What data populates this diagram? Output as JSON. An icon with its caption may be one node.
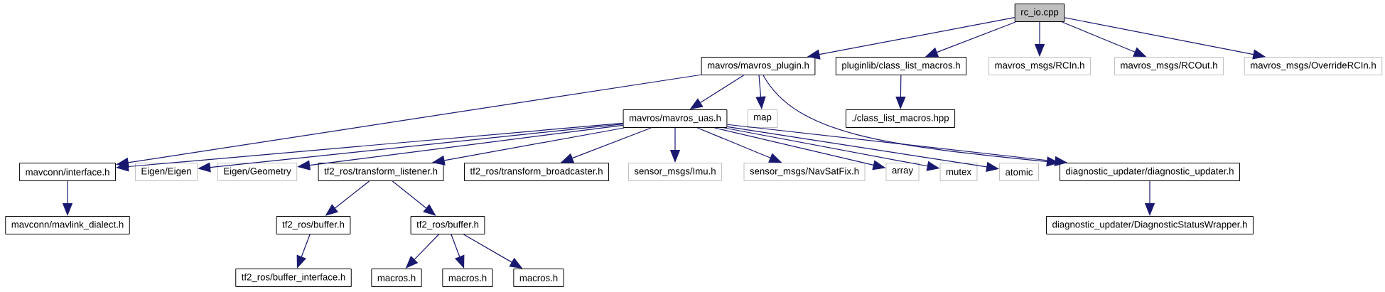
{
  "diagram": {
    "nodes": [
      {
        "text": [
          "rc_io.cpp"
        ]
      },
      {
        "text": [
          "mavros/mavros_plugin.h"
        ]
      },
      {
        "text": [
          "pluginlib/class_list_macros.h"
        ]
      },
      {
        "text": [
          "mavros_msgs/RCIn.h"
        ]
      },
      {
        "text": [
          "mavros_msgs/RCOut.h"
        ]
      },
      {
        "text": [
          "mavros_msgs/OverrideRCIn.h"
        ]
      },
      {
        "text": [
          "mavros/mavros_uas.h"
        ]
      },
      {
        "text": [
          "map"
        ]
      },
      {
        "text": [
          "./class_list_macros.hpp"
        ]
      },
      {
        "text": [
          "mavconn/interface.h"
        ]
      },
      {
        "text": [
          "Eigen/Eigen"
        ]
      },
      {
        "text": [
          "Eigen/Geometry"
        ]
      },
      {
        "text": [
          "tf2_ros/transform_listener.h"
        ]
      },
      {
        "text": [
          "tf2_ros/transform_broadcaster.h"
        ]
      },
      {
        "text": [
          "sensor_msgs/Imu.h"
        ]
      },
      {
        "text": [
          "sensor_msgs/NavSatFix.h"
        ]
      },
      {
        "text": [
          "array"
        ]
      },
      {
        "text": [
          "mutex"
        ]
      },
      {
        "text": [
          "atomic"
        ]
      },
      {
        "text": [
          "diagnostic_updater/diagnostic_updater.h"
        ]
      },
      {
        "text": [
          "mavconn/mavlink_dialect.h"
        ]
      },
      {
        "text": [
          "tf2_ros/buffer.h"
        ]
      },
      {
        "text": [
          "tf2_ros/buffer.h"
        ]
      },
      {
        "text": [
          "diagnostic_updater/DiagnosticStatusWrapper.h"
        ]
      },
      {
        "text": [
          "tf2_ros/buffer_interface.h"
        ]
      },
      {
        "text": [
          "macros.h"
        ]
      },
      {
        "text": [
          "macros.h"
        ]
      },
      {
        "text": [
          "macros.h"
        ]
      }
    ],
    "edges": [
      {
        "from": 0,
        "to": 1,
        "arrow": "to"
      },
      {
        "from": 0,
        "to": 2,
        "arrow": "to"
      },
      {
        "from": 0,
        "to": 3,
        "arrow": "to"
      },
      {
        "from": 0,
        "to": 4,
        "arrow": "to"
      },
      {
        "from": 0,
        "to": 5,
        "arrow": "to"
      },
      {
        "from": 1,
        "to": 9,
        "arrow": "to"
      },
      {
        "from": 1,
        "to": 6,
        "arrow": "to"
      },
      {
        "from": 1,
        "to": 7,
        "arrow": "to"
      },
      {
        "from": 1,
        "to": 19,
        "arrow": "to"
      },
      {
        "from": 2,
        "to": 8,
        "arrow": "to"
      },
      {
        "from": 6,
        "to": 9,
        "arrow": "to"
      },
      {
        "from": 6,
        "to": 10,
        "arrow": "to"
      },
      {
        "from": 6,
        "to": 11,
        "arrow": "to"
      },
      {
        "from": 6,
        "to": 12,
        "arrow": "to"
      },
      {
        "from": 6,
        "to": 13,
        "arrow": "to"
      },
      {
        "from": 6,
        "to": 14,
        "arrow": "to"
      },
      {
        "from": 6,
        "to": 15,
        "arrow": "to"
      },
      {
        "from": 6,
        "to": 16,
        "arrow": "to"
      },
      {
        "from": 6,
        "to": 17,
        "arrow": "to"
      },
      {
        "from": 6,
        "to": 18,
        "arrow": "to"
      },
      {
        "from": 6,
        "to": 19,
        "arrow": "to"
      },
      {
        "from": 9,
        "to": 20,
        "arrow": "to"
      },
      {
        "from": 12,
        "to": 21,
        "arrow": "to"
      },
      {
        "from": 12,
        "to": 22,
        "arrow": "to"
      },
      {
        "from": 19,
        "to": 23,
        "arrow": "to"
      },
      {
        "from": 21,
        "to": 24,
        "arrow": "to"
      },
      {
        "from": 22,
        "to": 25,
        "arrow": "to"
      },
      {
        "from": 22,
        "to": 26,
        "arrow": "to"
      },
      {
        "from": 22,
        "to": 27,
        "arrow": "to"
      }
    ]
  }
}
